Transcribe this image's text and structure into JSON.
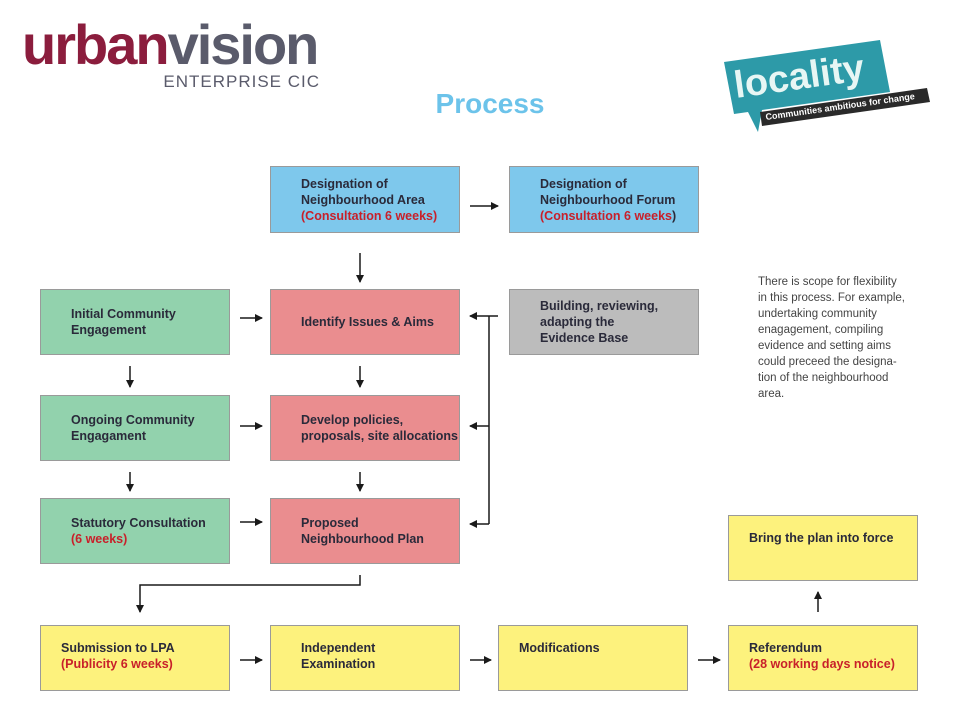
{
  "header": {
    "logo_urban_part1": "urban",
    "logo_urban_part2": "vision",
    "logo_urban_sub": "ENTERPRISE CIC",
    "title": "Process",
    "logo_locality_word": "locality",
    "logo_locality_tagline": "Communities ambitious for change"
  },
  "colors": {
    "title": "#6cc3ea",
    "blue": "#7ec8ec",
    "green": "#92d2ad",
    "pink": "#ea8d8f",
    "grey": "#bcbcbc",
    "yellow": "#fdf27d",
    "note_red": "#c8202a",
    "brand_urban": "#8b1d3d",
    "brand_locality": "#2d9aa8"
  },
  "boxes": {
    "area": {
      "line1": "Designation of",
      "line2": "Neighbourhood Area",
      "note": "(Consultation 6 weeks)"
    },
    "forum": {
      "line1": "Designation of",
      "line2": "Neighbourhood Forum",
      "note": "(Consultation 6 weeks",
      "note_end": ")"
    },
    "initial": {
      "line1": "Initial Community",
      "line2": "Engagement"
    },
    "identify": {
      "line1": "Identify Issues & Aims"
    },
    "evidence": {
      "line1": "Building, reviewing,",
      "line2": "adapting the",
      "line3": "Evidence Base"
    },
    "ongoing": {
      "line1": "Ongoing Community",
      "line2": "Engagament"
    },
    "develop": {
      "line1": "Develop policies,",
      "line2": "proposals, site allocations"
    },
    "statutory": {
      "line1": "Statutory Consultation",
      "note": "(6 weeks)"
    },
    "proposed": {
      "line1": "Proposed",
      "line2": "Neighbourhood Plan"
    },
    "force": {
      "line1": "Bring the plan into force"
    },
    "submission": {
      "line1": "Submission to LPA",
      "note": "(Publicity 6 weeks)"
    },
    "examination": {
      "line1": "Independent",
      "line2": "Examination"
    },
    "modifications": {
      "line1": "Modifications"
    },
    "referendum": {
      "line1": "Referendum",
      "note": "(28 working days notice)"
    }
  },
  "side_note": {
    "lines": [
      "There is scope for flexibility",
      "in this process. For example,",
      "undertaking community",
      "enagagement, compiling",
      "evidence and setting aims",
      "could preceed the designa-",
      "tion of the neighbourhood",
      "area."
    ]
  }
}
